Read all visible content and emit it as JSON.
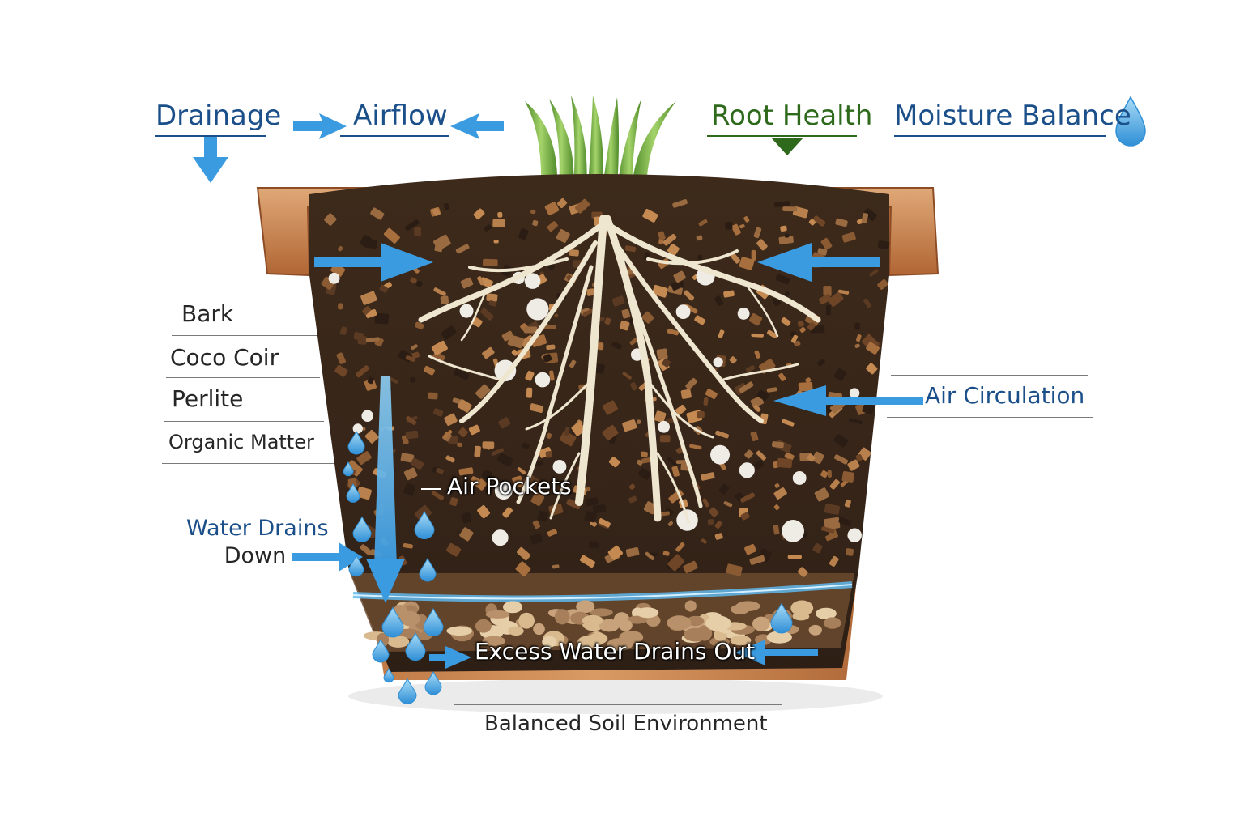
{
  "header": {
    "drainage": "Drainage",
    "airflow": "Airflow",
    "root_health": "Root Health",
    "moisture_balance": "Moisture Balance"
  },
  "layers": {
    "bark": "Bark",
    "coco_coir": "Coco Coir",
    "perlite": "Perlite",
    "organic_matter": "Organic Matter"
  },
  "callouts": {
    "water_drains_line1": "Water Drains",
    "water_drains_line2": "Down",
    "air_pockets": "Air Pockets",
    "air_circulation": "Air Circulation",
    "excess_water": "Excess Water Drains Out"
  },
  "footer": {
    "balanced": "Balanced Soil Environment"
  },
  "colors": {
    "label_blue": "#1b4f8a",
    "label_green": "#2f6a1c",
    "arrow_blue": "#3b9be0",
    "water_blue": "#5fb8ee",
    "pot_terracotta": "#c17a45",
    "soil_dark": "#3b281b",
    "root_cream": "#f2ead6",
    "leaf_green": "#6fae3a"
  },
  "icons": [
    "down-arrow-icon",
    "right-arrow-icon",
    "left-arrow-icon",
    "water-drop-icon"
  ]
}
